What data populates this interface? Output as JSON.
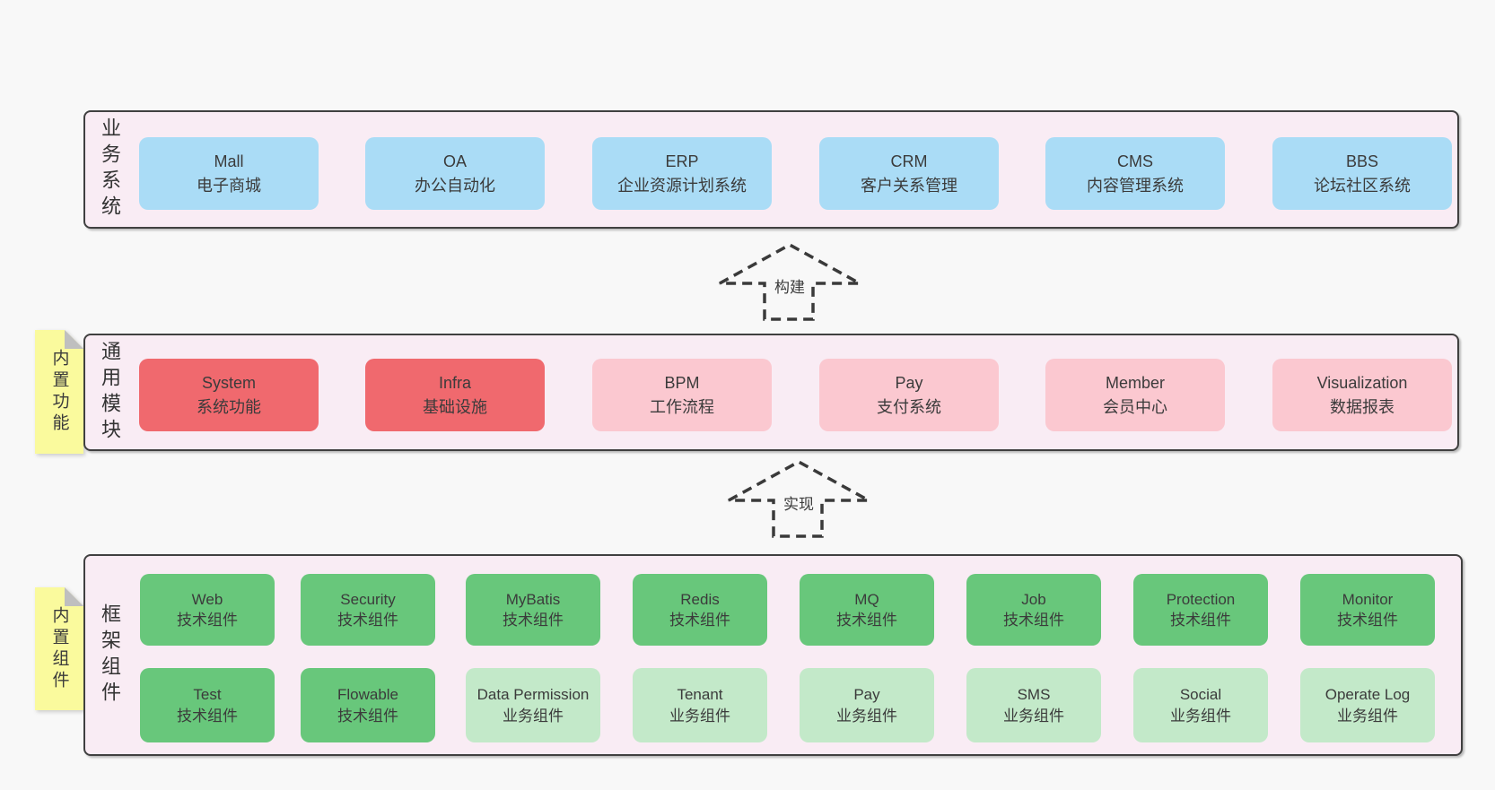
{
  "palette": {
    "page_bg": "#f8f8f8",
    "layer_bg": "#f9ecf4",
    "layer_border": "#404040",
    "blue": "#aadcf6",
    "red": "#f0696e",
    "pink": "#fbc8d0",
    "green": "#68c77b",
    "light_green": "#c3e9c9",
    "sticky_yellow": "#fafa9d",
    "sticky_fold": "#bfbfbf",
    "text": "#3b3b3b"
  },
  "arrows": [
    {
      "label": "构建"
    },
    {
      "label": "实现"
    }
  ],
  "stickies": [
    {
      "label": "内置功能"
    },
    {
      "label": "内置组件"
    }
  ],
  "layers": [
    {
      "label": "业务系统",
      "boxes": [
        {
          "title": "Mall",
          "subtitle": "电子商城",
          "variant": "blue"
        },
        {
          "title": "OA",
          "subtitle": "办公自动化",
          "variant": "blue"
        },
        {
          "title": "ERP",
          "subtitle": "企业资源计划系统",
          "variant": "blue"
        },
        {
          "title": "CRM",
          "subtitle": "客户关系管理",
          "variant": "blue"
        },
        {
          "title": "CMS",
          "subtitle": "内容管理系统",
          "variant": "blue"
        },
        {
          "title": "BBS",
          "subtitle": "论坛社区系统",
          "variant": "blue"
        }
      ]
    },
    {
      "label": "通用模块",
      "boxes": [
        {
          "title": "System",
          "subtitle": "系统功能",
          "variant": "red"
        },
        {
          "title": "Infra",
          "subtitle": "基础设施",
          "variant": "red"
        },
        {
          "title": "BPM",
          "subtitle": "工作流程",
          "variant": "pink"
        },
        {
          "title": "Pay",
          "subtitle": "支付系统",
          "variant": "pink"
        },
        {
          "title": "Member",
          "subtitle": "会员中心",
          "variant": "pink"
        },
        {
          "title": "Visualization",
          "subtitle": "数据报表",
          "variant": "pink"
        }
      ]
    },
    {
      "label": "框架组件",
      "boxes": [
        {
          "title": "Web",
          "subtitle": "技术组件",
          "variant": "green"
        },
        {
          "title": "Security",
          "subtitle": "技术组件",
          "variant": "green"
        },
        {
          "title": "MyBatis",
          "subtitle": "技术组件",
          "variant": "green"
        },
        {
          "title": "Redis",
          "subtitle": "技术组件",
          "variant": "green"
        },
        {
          "title": "MQ",
          "subtitle": "技术组件",
          "variant": "green"
        },
        {
          "title": "Job",
          "subtitle": "技术组件",
          "variant": "green"
        },
        {
          "title": "Protection",
          "subtitle": "技术组件",
          "variant": "green"
        },
        {
          "title": "Monitor",
          "subtitle": "技术组件",
          "variant": "green"
        },
        {
          "title": "Test",
          "subtitle": "技术组件",
          "variant": "green"
        },
        {
          "title": "Flowable",
          "subtitle": "技术组件",
          "variant": "green"
        },
        {
          "title": "Data Permission",
          "subtitle": "业务组件",
          "variant": "light-green"
        },
        {
          "title": "Tenant",
          "subtitle": "业务组件",
          "variant": "light-green"
        },
        {
          "title": "Pay",
          "subtitle": "业务组件",
          "variant": "light-green"
        },
        {
          "title": "SMS",
          "subtitle": "业务组件",
          "variant": "light-green"
        },
        {
          "title": "Social",
          "subtitle": "业务组件",
          "variant": "light-green"
        },
        {
          "title": "Operate Log",
          "subtitle": "业务组件",
          "variant": "light-green"
        }
      ]
    }
  ]
}
